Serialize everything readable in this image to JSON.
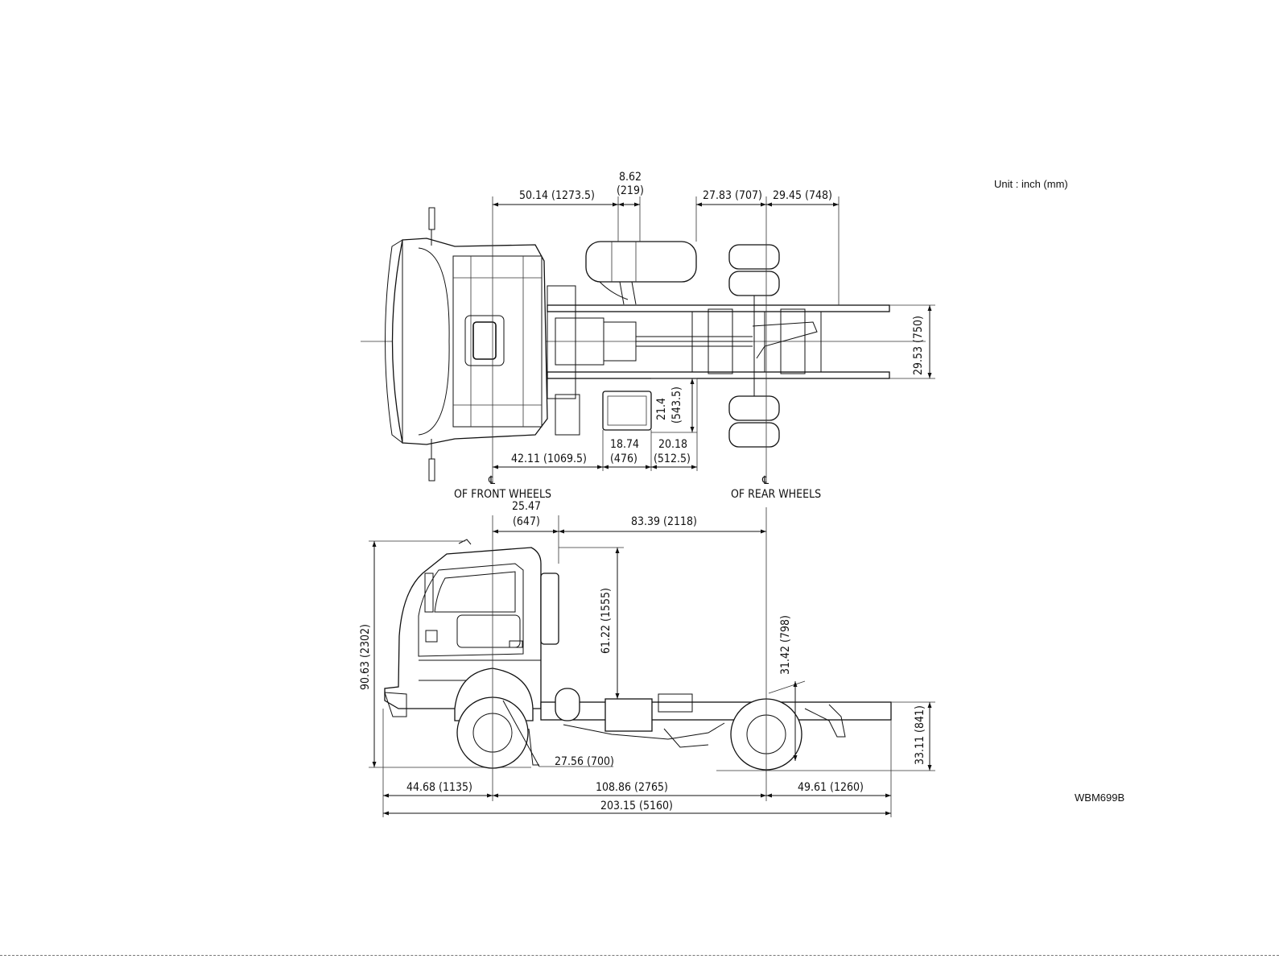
{
  "unit_note": "Unit : inch (mm)",
  "figure_code": "WBM699B",
  "wheel_center_symbol": "℄",
  "labels": {
    "front_wheels": "OF FRONT WHEELS",
    "rear_wheels": "OF REAR WHEELS"
  },
  "plan_view": {
    "front_to_fuel": "50.14 (1273.5)",
    "fuel_width_top": "8.62",
    "fuel_width_bottom": "(219)",
    "frame_end_left": "27.83 (707)",
    "rear_overhang_top": "29.45 (748)",
    "frame_width": "29.53 (750)",
    "battery_offset_top": "21.4",
    "battery_offset_bottom": "(543.5)",
    "front_to_battery": "42.11 (1069.5)",
    "battery_width_top": "18.74",
    "battery_width_bottom": "(476)",
    "battery_to_tank_top": "20.18",
    "battery_to_tank_bottom": "(512.5)"
  },
  "side_view": {
    "cab_back_top": "25.47",
    "cab_back_bottom": "(647)",
    "cab_to_rear_axle": "83.39 (2118)",
    "overall_height": "90.63 (2302)",
    "cab_height": "61.22 (1555)",
    "rear_height": "31.42 (798)",
    "frame_height": "33.11 (841)",
    "wheel_dia": "27.56 (700)",
    "front_overhang": "44.68 (1135)",
    "wheelbase": "108.86 (2765)",
    "rear_overhang": "49.61 (1260)",
    "overall_length": "203.15 (5160)"
  }
}
